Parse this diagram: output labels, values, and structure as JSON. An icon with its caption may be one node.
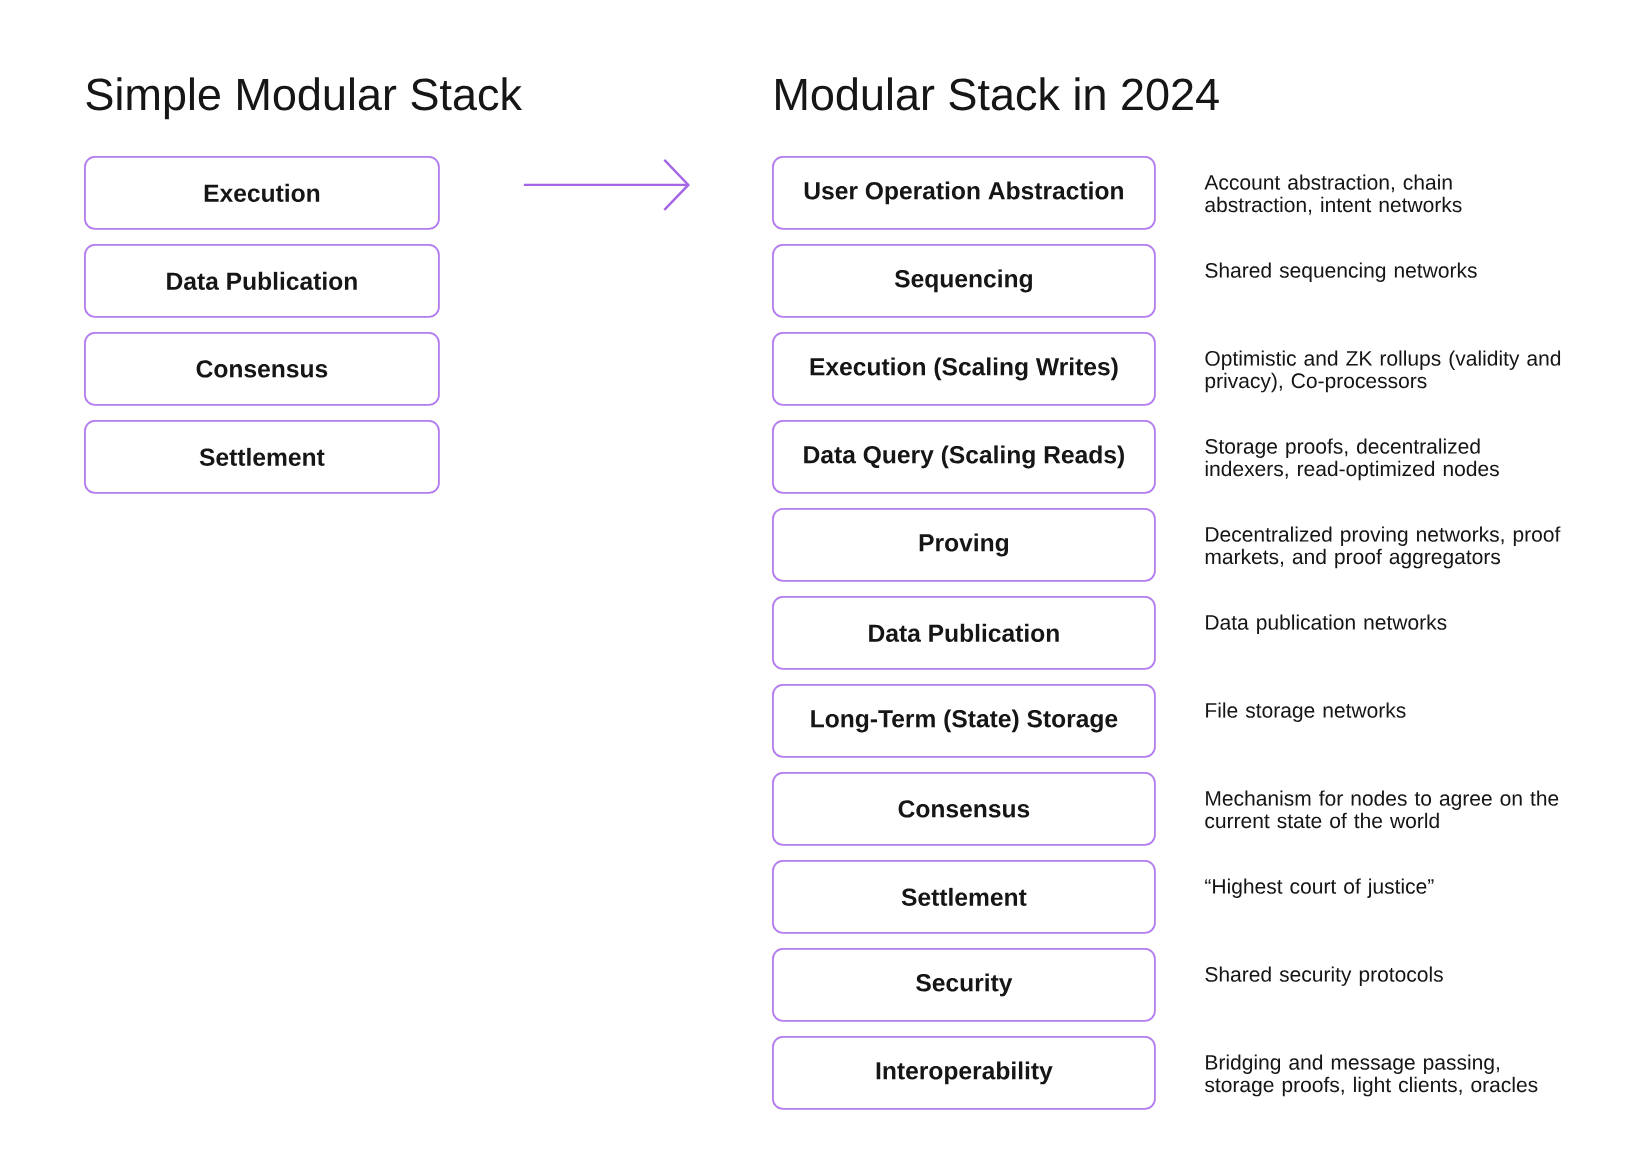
{
  "diagram": {
    "nodes": [
      {
        "text": [
          "Execution"
        ]
      },
      {
        "text": [
          "Data Publication"
        ]
      },
      {
        "text": [
          "Consensus"
        ]
      },
      {
        "text": [
          "Settlement"
        ]
      },
      {
        "text": [
          "User Operation Abstraction"
        ],
        "beside": [
          "Account abstraction, chain abstraction, intent networks"
        ]
      },
      {
        "text": [
          "Sequencing"
        ],
        "beside": [
          "Shared sequencing networks"
        ]
      },
      {
        "text": [
          "Execution (Scaling Writes)"
        ],
        "beside": [
          "Optimistic and ZK rollups (validity and privacy), Co-processors"
        ]
      },
      {
        "text": [
          "Data Query (Scaling Reads)"
        ],
        "beside": [
          "Storage proofs, decentralized indexers, read-optimized nodes"
        ]
      },
      {
        "text": [
          "Proving"
        ],
        "beside": [
          "Decentralized proving networks, proof markets, and proof aggregators"
        ]
      },
      {
        "text": [
          "Data Publication"
        ],
        "beside": [
          "Data publication networks"
        ]
      },
      {
        "text": [
          "Long-Term (State) Storage"
        ],
        "beside": [
          "File storage networks"
        ]
      },
      {
        "text": [
          "Consensus"
        ],
        "beside": [
          "Mechanism for nodes to agree on the current state of the world"
        ]
      },
      {
        "text": [
          "Settlement"
        ],
        "beside": [
          "“Highest court of justice”"
        ]
      },
      {
        "text": [
          "Security"
        ],
        "beside": [
          "Shared security protocols"
        ]
      },
      {
        "text": [
          "Interoperability"
        ],
        "beside": [
          "Bridging and message passing, storage proofs, light clients, oracles"
        ]
      }
    ],
    "edges": [
      {
        "from": 0,
        "to": 4,
        "arrow": "to"
      }
    ],
    "labels": [
      "Simple Modular Stack",
      "Modular Stack in 2024"
    ]
  }
}
